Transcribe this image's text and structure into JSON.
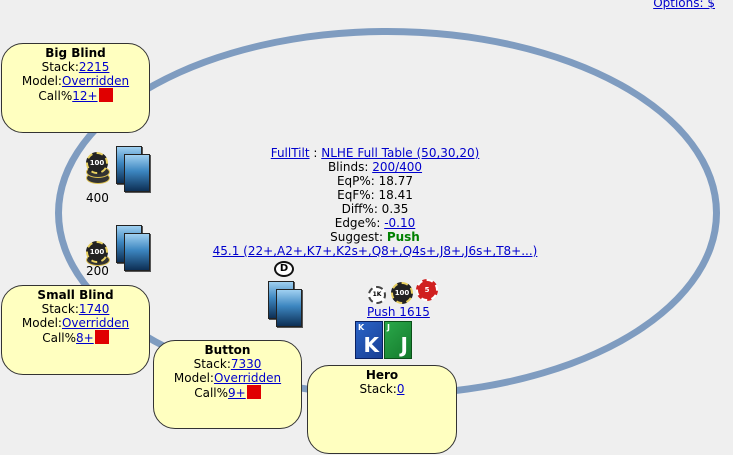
{
  "header": {
    "options_label": "Options: $"
  },
  "players": {
    "big_blind": {
      "name": "Big Blind",
      "stack_label": "Stack:",
      "stack": "2215",
      "model_label": "Model:",
      "model": "Overridden",
      "call_label": "Call%",
      "call": "12+"
    },
    "small_blind": {
      "name": "Small Blind",
      "stack_label": "Stack:",
      "stack": "1740",
      "model_label": "Model:",
      "model": "Overridden",
      "call_label": "Call%",
      "call": "8+"
    },
    "button": {
      "name": "Button",
      "stack_label": "Stack:",
      "stack": "7330",
      "model_label": "Model:",
      "model": "Overridden",
      "call_label": "Call%",
      "call": "9+"
    },
    "hero": {
      "name": "Hero",
      "stack_label": "Stack:",
      "stack": "0"
    }
  },
  "info": {
    "site": "FullTilt",
    "separator": " : ",
    "game": "NLHE Full Table (50,30,20)",
    "blinds_label": "Blinds: ",
    "blinds": "200/400",
    "eqp": "EqP%: 18.77",
    "eqf": "EqF%: 18.41",
    "diff": "Diff%: 0.35",
    "edge_label": "Edge%: ",
    "edge": "-0.10",
    "suggest_label": "Suggest: ",
    "suggest": "Push",
    "range": "45.1 (22+,A2+,K7+,K2s+,Q8+,Q4s+,J8+,J6s+,T8+...)"
  },
  "bets": {
    "big_blind": "400",
    "small_blind": "200",
    "hero_action": "Push 1615"
  },
  "chips": {
    "c100": "100",
    "c1k": "1K",
    "c5": "5"
  },
  "dealer_button": "D",
  "hero_cards": [
    {
      "rank": "K",
      "corner": "K",
      "color": "blue"
    },
    {
      "rank": "J",
      "corner": "J",
      "color": "green"
    }
  ],
  "colors": {
    "table_rail": "#7f9cc0",
    "player_box": "#ffffc0",
    "call_marker": "#e00000",
    "suggest": "#008000",
    "link": "#0000cc"
  }
}
